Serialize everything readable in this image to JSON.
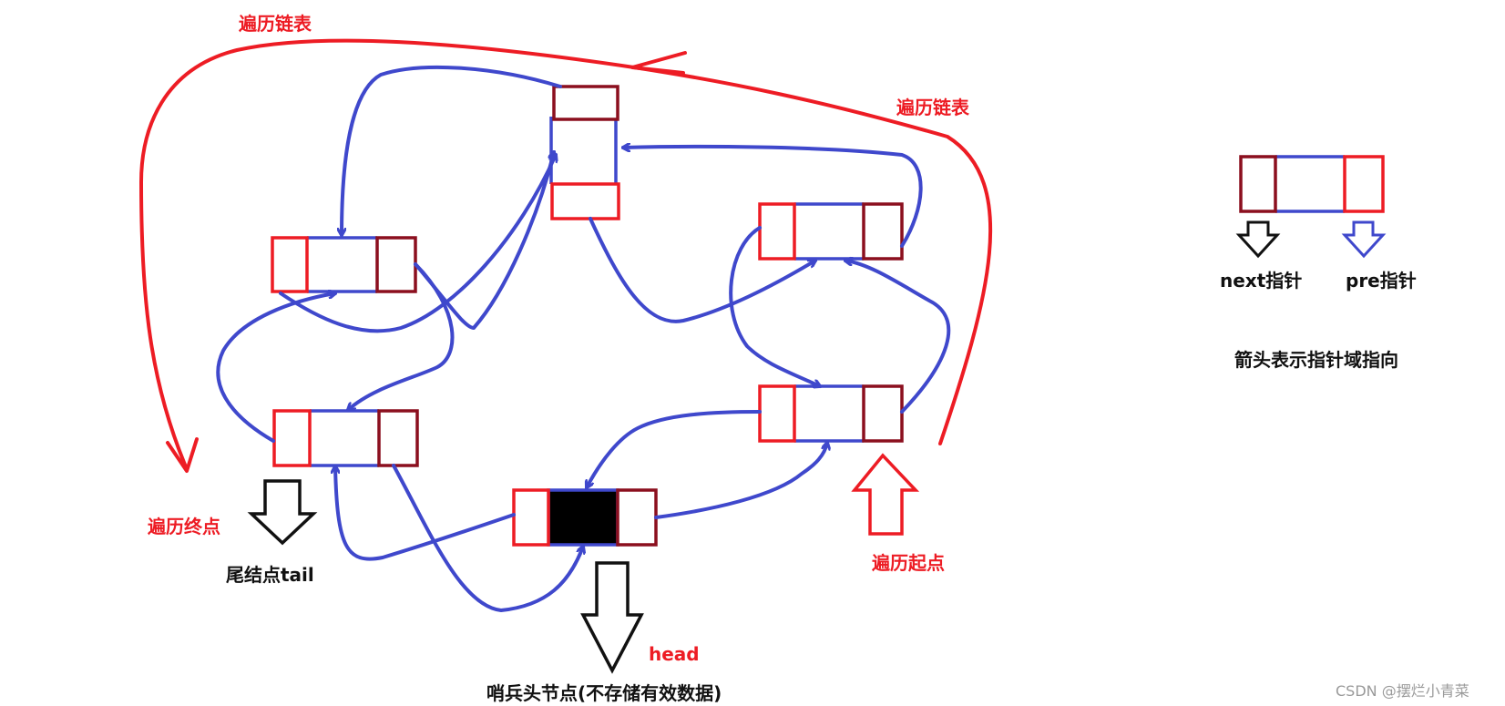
{
  "labels": {
    "traverse_top": "遍历链表",
    "traverse_right": "遍历链表",
    "traverse_end": "遍历终点",
    "traverse_start": "遍历起点",
    "tail": "尾结点tail",
    "head": "head",
    "sentinel": "哨兵头节点(不存储有效数据)",
    "legend_next": "next指针",
    "legend_pre": "pre指针",
    "legend_note": "箭头表示指针域指向"
  },
  "watermark": "CSDN @摆烂小青菜",
  "colors": {
    "pointer_arrow": "#3f48cc",
    "pre_field": "#ed1c24",
    "next_field": "#8b0f1e",
    "traversal": "#ed1c24",
    "sentinel_fill": "#000000"
  }
}
